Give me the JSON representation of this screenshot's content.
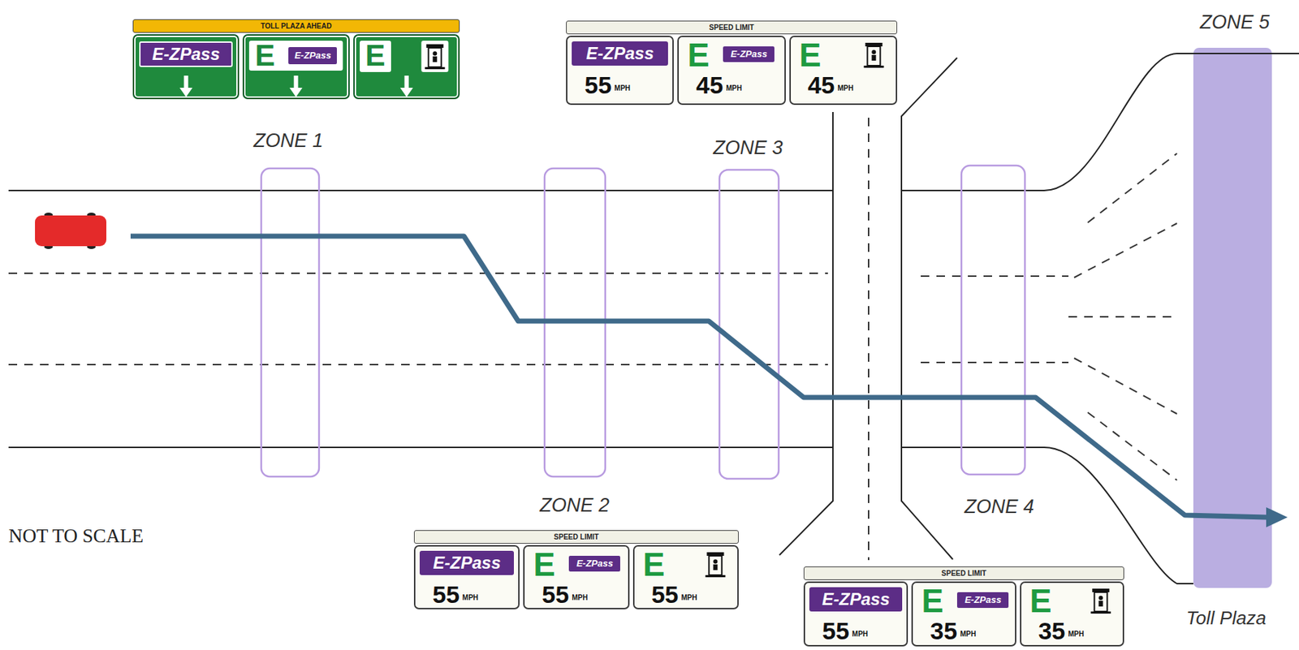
{
  "diagram": {
    "nodes": [
      {
        "text": [
          "TOLL PLAZA AHEAD"
        ]
      },
      {
        "text": [
          "E-ZPass"
        ],
        "in": 0
      },
      {
        "text": [
          "E",
          "E-ZPass"
        ],
        "in": 0
      },
      {
        "text": [
          "E"
        ],
        "in": 0
      },
      {
        "text": [
          "SPEED LIMIT"
        ]
      },
      {
        "text": [
          "E-ZPass",
          "55",
          "MPH"
        ],
        "in": 4
      },
      {
        "text": [
          "E",
          "E-ZPass",
          "45",
          "MPH"
        ],
        "in": 4
      },
      {
        "text": [
          "E",
          "45",
          "MPH"
        ],
        "in": 4
      },
      {
        "text": [
          "SPEED LIMIT"
        ]
      },
      {
        "text": [
          "E-ZPass",
          "55",
          "MPH"
        ],
        "in": 8
      },
      {
        "text": [
          "E",
          "E-ZPass",
          "55",
          "MPH"
        ],
        "in": 8
      },
      {
        "text": [
          "E",
          "55",
          "MPH"
        ],
        "in": 8
      },
      {
        "text": [
          "SPEED LIMIT"
        ]
      },
      {
        "text": [
          "E-ZPass",
          "55",
          "MPH"
        ],
        "in": 12
      },
      {
        "text": [
          "E",
          "E-ZPass",
          "35",
          "MPH"
        ],
        "in": 12
      },
      {
        "text": [
          "E",
          "35",
          "MPH"
        ],
        "in": 12
      }
    ],
    "labels": [
      "ZONE 1",
      "ZONE 2",
      "ZONE 3",
      "ZONE 4",
      "ZONE 5",
      "NOT TO SCALE",
      "Toll Plaza"
    ]
  }
}
